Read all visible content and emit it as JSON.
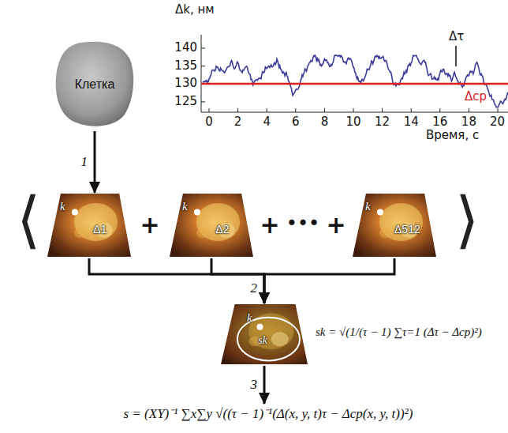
{
  "diagram": {
    "nodes": [
      {
        "text": [
          "Клетка"
        ]
      },
      {
        "text": [
          "k",
          "Δ1"
        ]
      },
      {
        "text": [
          "k",
          "Δ2"
        ]
      },
      {
        "text": [
          "k",
          "Δ512"
        ]
      },
      {
        "text": [
          "k",
          "sk"
        ]
      },
      {
        "text": [
          "s = (XY)⁻¹ ∑x∑y √((τ − 1)⁻¹(Δ(x, y, t)τ − Δср(x, y, t))²)"
        ]
      }
    ],
    "edges": [
      {
        "from": 0,
        "to": 1,
        "arrow": "to",
        "label": "1"
      },
      {
        "from": 1,
        "to": 4,
        "arrow": "to"
      },
      {
        "from": 2,
        "to": 4,
        "arrow": "to",
        "label": "2"
      },
      {
        "from": 3,
        "to": 4,
        "arrow": "to"
      },
      {
        "from": 4,
        "to": 5,
        "arrow": "to",
        "label": "3"
      }
    ],
    "labels": [
      "Δk, нм",
      "140",
      "135",
      "130",
      "125",
      "0",
      "2",
      "4",
      "6",
      "8",
      "10",
      "12",
      "14",
      "16",
      "18",
      "20",
      "Время, с",
      "Δτ",
      "Δср",
      "⟨",
      "+",
      "+",
      "•••",
      "+",
      "⟩",
      "sk = √(1/(τ − 1) ∑τ=1 (Δτ − Δср)²)"
    ]
  }
}
